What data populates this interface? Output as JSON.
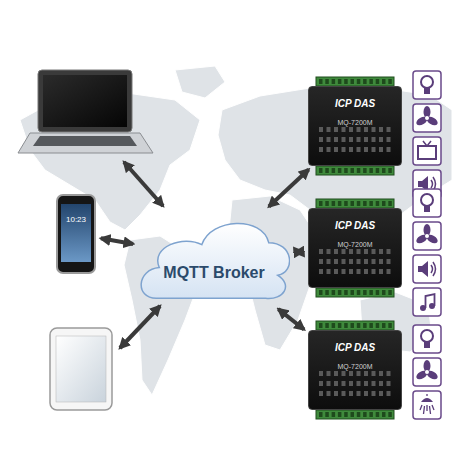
{
  "diagram": {
    "nodes": [
      {
        "text": [
          "10:23"
        ]
      },
      {
        "text": [
          "MQTT Broker"
        ]
      },
      {
        "text": [
          "ICP DAS",
          "MQ-7200M"
        ]
      },
      {
        "text": [
          "ICP DAS",
          "MQ-7200M"
        ]
      },
      {
        "text": [
          "ICP DAS",
          "MQ-7200M"
        ]
      }
    ],
    "edges": [
      {
        "from": 0,
        "to": 1,
        "arrow": "both"
      },
      {
        "from": 1,
        "to": 2,
        "arrow": "both"
      },
      {
        "from": 1,
        "to": 3,
        "arrow": "both"
      },
      {
        "from": 1,
        "to": 4,
        "arrow": "both"
      }
    ]
  }
}
